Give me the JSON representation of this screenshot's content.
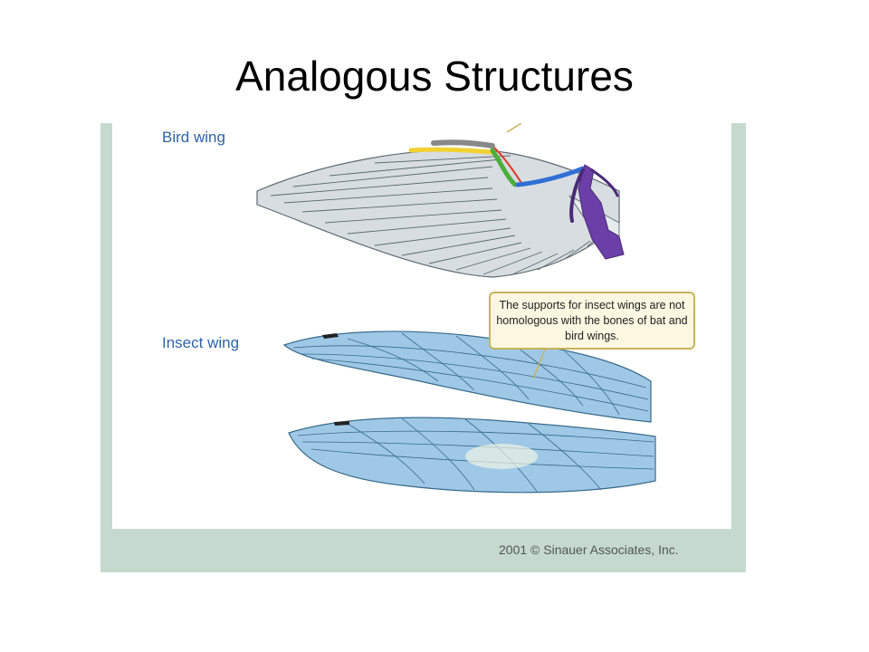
{
  "slide": {
    "title": "Analogous Structures"
  },
  "figure": {
    "bird_label": "Bird wing",
    "insect_label": "Insect wing",
    "callout_text": "The supports for insect wings are not homologous with the bones of bat and bird wings.",
    "copyright": "2001 © Sinauer Associates, Inc."
  },
  "colors": {
    "frame": "#c5d9cf",
    "label_blue": "#2d63a8",
    "feather": "#d7dde0",
    "insect_wing": "#9ec8e6",
    "bone_blue": "#2f6fd6",
    "bone_green": "#4cae3b",
    "bone_yellow": "#f2d232",
    "bone_red": "#e23a2a",
    "bone_purple": "#6b3fa8"
  }
}
